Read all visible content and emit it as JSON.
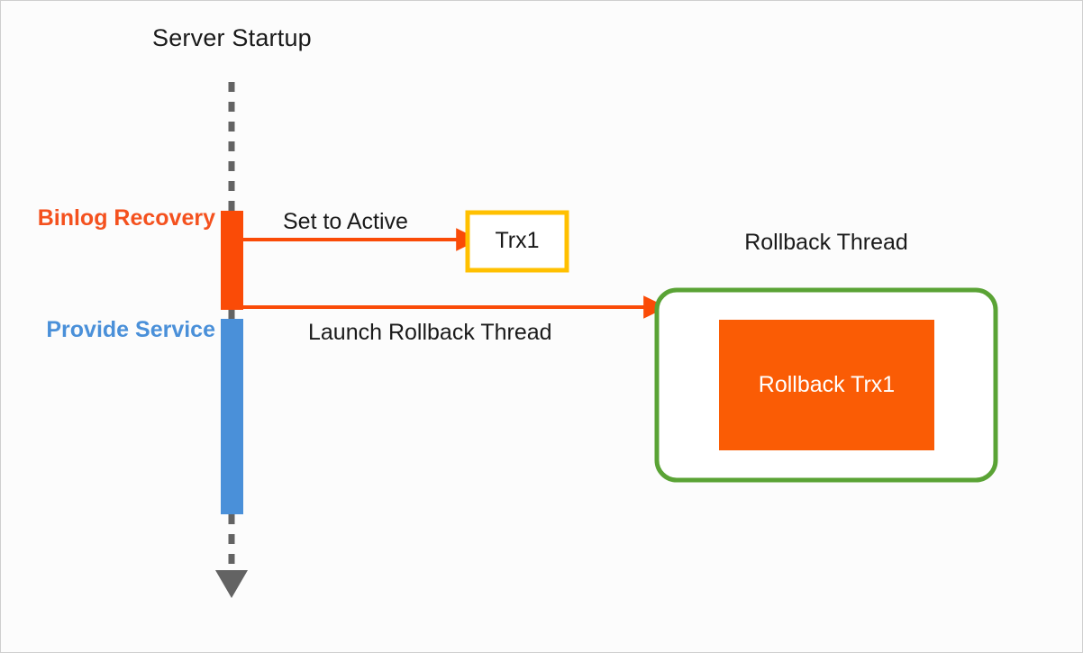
{
  "diagram": {
    "title": "Server Startup",
    "background_color": "#fcfcfc",
    "border_color": "#cfcfcf",
    "timeline": {
      "lifeline_color": "#636363",
      "lifeline_style": "dashed",
      "phases": [
        {
          "id": "binlog-recovery",
          "label": "Binlog Recovery",
          "color": "#fa4b07",
          "label_color": "#f4511e"
        },
        {
          "id": "provide-service",
          "label": "Provide Service",
          "color": "#4a90d9",
          "label_color": "#4a90d9"
        }
      ]
    },
    "arrows": [
      {
        "id": "set-to-active",
        "label": "Set to Active",
        "color": "#fa4b07",
        "from": "binlog-recovery",
        "to": "trx1"
      },
      {
        "id": "launch-rollback-thread",
        "label": "Launch Rollback Thread",
        "color": "#fa4b07",
        "from": "binlog-recovery",
        "to": "rollback-thread"
      }
    ],
    "nodes": [
      {
        "id": "trx1",
        "label": "Trx1",
        "border_color": "#ffc000",
        "fill_color": "#ffffff",
        "text_color": "#1a1a1a"
      },
      {
        "id": "rollback-thread",
        "label": "Rollback Thread",
        "border_color": "#5aa335",
        "fill_color": "#ffffff",
        "text_color": "#1a1a1a"
      },
      {
        "id": "rollback-trx1",
        "label": "Rollback Trx1",
        "fill_color": "#fa5c05",
        "text_color": "#ffffff"
      }
    ]
  }
}
